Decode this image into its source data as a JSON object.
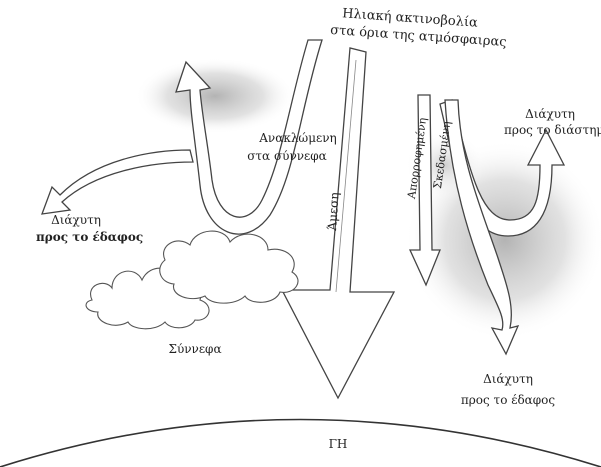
{
  "labels": {
    "top_line1": "Ηλιακή ακτινοβολία",
    "top_line2": "στα όρια της ατμόσφαιρας",
    "reflected_line1": "Ανακλώμενη",
    "reflected_line2": "στα σύννεφα",
    "direct": "Άμεση",
    "absorbed": "Απορροφημένη",
    "scattered": "Σκεδασμένη",
    "space_line1": "Διάχυτη",
    "space_line2": "προς το διάστημα",
    "left_ground_line1": "Διάχυτη",
    "left_ground_line2": "προς το έδαφος",
    "clouds": "Σύννεφα",
    "right_ground_line1": "Διάχυτη",
    "right_ground_line2": "προς το έδαφος",
    "earth": "ΓΗ"
  }
}
